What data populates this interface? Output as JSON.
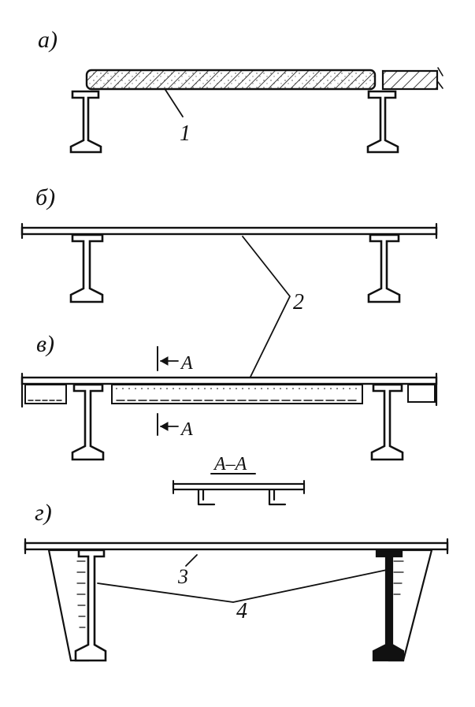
{
  "panels": {
    "a": {
      "label": "а)"
    },
    "b": {
      "label": "б)"
    },
    "v": {
      "label": "в)"
    },
    "g": {
      "label": "г)"
    }
  },
  "callouts": {
    "c1": "1",
    "c2": "2",
    "c3": "3",
    "c4": "4"
  },
  "section": {
    "arrow_top": "A",
    "arrow_bottom": "A",
    "title": "A–A"
  }
}
